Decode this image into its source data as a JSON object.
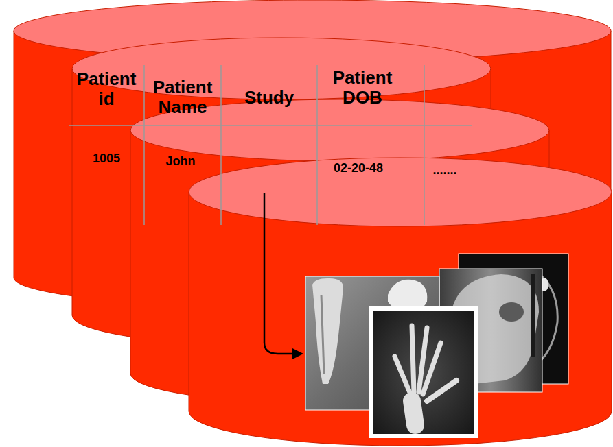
{
  "diagram": {
    "labels": [
      "Patient id",
      "Patient Name",
      "Study",
      "Patient DOB",
      "1005",
      "John",
      "02-20-48",
      "......."
    ]
  }
}
